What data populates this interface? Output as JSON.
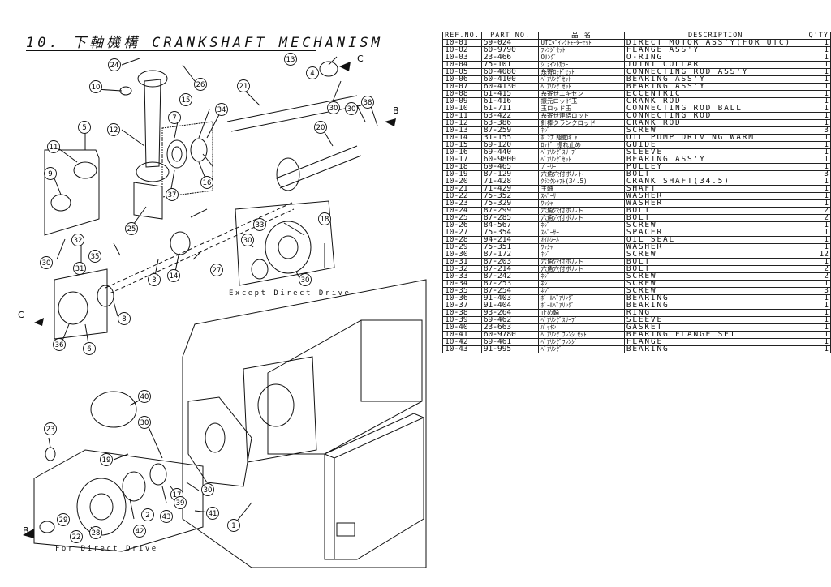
{
  "header": {
    "title": "10. 下軸機構 CRANKSHAFT MECHANISM"
  },
  "captions": {
    "except": "Except Direct Drive",
    "direct": "For Direct Drive"
  },
  "arrow_labels": {
    "c_top": "C",
    "b_top": "B",
    "c_left": "C",
    "b_left": "B"
  },
  "callouts": [
    "1",
    "2",
    "3",
    "4",
    "5",
    "6",
    "7",
    "8",
    "9",
    "10",
    "11",
    "12",
    "13",
    "14",
    "15",
    "16",
    "17",
    "18",
    "19",
    "20",
    "21",
    "22",
    "23",
    "24",
    "25",
    "26",
    "27",
    "28",
    "29",
    "30",
    "31",
    "32",
    "33",
    "34",
    "35",
    "36",
    "37",
    "38",
    "39",
    "40",
    "41",
    "42",
    "43"
  ],
  "table": {
    "headers": {
      "ref": "REF.NO.",
      "part": "PART NO.",
      "name": "品 名",
      "desc": "DESCRIPTION",
      "qty": "Q'TY"
    },
    "rows": [
      {
        "ref": "10-01",
        "part": "59-024",
        "name": "UTCﾀﾞｲﾚｸﾄﾓｰﾀｰｾｯﾄ",
        "desc": "DIRECT MOTOR ASS'Y(FOR UTC)",
        "qty": "1"
      },
      {
        "ref": "10-02",
        "part": "60-9790",
        "name": "ﾌﾚﾝｼﾞｾｯﾄ",
        "desc": "FLANGE ASS'Y",
        "qty": "1"
      },
      {
        "ref": "10-03",
        "part": "23-466",
        "name": "Oﾘﾝｸﾞ",
        "desc": "O-RING",
        "qty": "1"
      },
      {
        "ref": "10-04",
        "part": "75-101",
        "name": "ｼﾞｮｲﾝﾄｶﾗｰ",
        "desc": "JOINT COLLAR",
        "qty": "1"
      },
      {
        "ref": "10-05",
        "part": "60-4080",
        "name": "糸寄ﾛｯﾄﾞｾｯﾄ",
        "desc": "CONNECTING ROD ASS'Y",
        "qty": "1"
      },
      {
        "ref": "10-06",
        "part": "60-4100",
        "name": "ﾍﾞｱﾘﾝｸﾞｾｯﾄ",
        "desc": "BEARING ASS'Y",
        "qty": "1"
      },
      {
        "ref": "10-07",
        "part": "60-4130",
        "name": "ﾍﾞｱﾘﾝｸﾞｾｯﾄ",
        "desc": "BEARING ASS'Y",
        "qty": "1"
      },
      {
        "ref": "10-08",
        "part": "61-415",
        "name": "糸寄せエキセン",
        "desc": "ECCENTRIC",
        "qty": "1"
      },
      {
        "ref": "10-09",
        "part": "61-416",
        "name": "振元ロッド玉",
        "desc": "CRANK ROD",
        "qty": "1"
      },
      {
        "ref": "10-10",
        "part": "61-711",
        "name": "玉ロッド玉",
        "desc": "CONNECTING ROD BALL",
        "qty": "1"
      },
      {
        "ref": "10-11",
        "part": "63-422",
        "name": "糸寄せ連結ロッド",
        "desc": "CONNECTING ROD",
        "qty": "1"
      },
      {
        "ref": "10-12",
        "part": "63-386",
        "name": "針棒クランクロッド",
        "desc": "CRANK ROD",
        "qty": "1"
      },
      {
        "ref": "10-13",
        "part": "87-259",
        "name": "ﾈｼﾞ",
        "desc": "SCREW",
        "qty": "3"
      },
      {
        "ref": "10-14",
        "part": "31-155",
        "name": "ﾎﾟﾝﾌﾟ駆動ｷﾞｬ",
        "desc": "OIL PUMP DRIVING WARM",
        "qty": "1"
      },
      {
        "ref": "10-15",
        "part": "69-120",
        "name": "ﾛｯﾄﾞ 振れ止め",
        "desc": "GUIDE",
        "qty": "1"
      },
      {
        "ref": "10-16",
        "part": "69-440",
        "name": "ﾍﾞｱﾘﾝｸﾞｽﾘｰﾌﾞ",
        "desc": "SLEEVE",
        "qty": "1"
      },
      {
        "ref": "10-17",
        "part": "60-9800",
        "name": "ﾍﾞｱﾘﾝｸﾞｾｯﾄ",
        "desc": "BEARING ASS'Y",
        "qty": "1"
      },
      {
        "ref": "10-18",
        "part": "69-465",
        "name": "ﾌﾟｰﾘｰ",
        "desc": "PULLEY",
        "qty": "1"
      },
      {
        "ref": "10-19",
        "part": "87-129",
        "name": "六角穴付ボルト",
        "desc": "BOLT",
        "qty": "3"
      },
      {
        "ref": "10-20",
        "part": "71-428",
        "name": "ｸﾗﾝｸｼｬﾌﾄ(34.5)",
        "desc": "CRANK SHAFT(34.5)",
        "qty": "1"
      },
      {
        "ref": "10-21",
        "part": "71-429",
        "name": "主軸",
        "desc": "SHAFT",
        "qty": "1"
      },
      {
        "ref": "10-22",
        "part": "75-352",
        "name": "ｽﾍﾟｰｻ",
        "desc": "WASHER",
        "qty": "1"
      },
      {
        "ref": "10-23",
        "part": "75-329",
        "name": "ﾜｯｼｬ",
        "desc": "WASHER",
        "qty": "1"
      },
      {
        "ref": "10-24",
        "part": "87-299",
        "name": "六角穴付ボルト",
        "desc": "BOLT",
        "qty": "2"
      },
      {
        "ref": "10-25",
        "part": "87-285",
        "name": "六角穴付ボルト",
        "desc": "BOLT",
        "qty": "2"
      },
      {
        "ref": "10-26",
        "part": "84-567",
        "name": "ﾈｼﾞ",
        "desc": "SCREW",
        "qty": "1"
      },
      {
        "ref": "10-27",
        "part": "75-354",
        "name": "ｽﾍﾟｰｻｰ",
        "desc": "SPACER",
        "qty": "1"
      },
      {
        "ref": "10-28",
        "part": "94-214",
        "name": "ｵｲﾙｼｰﾙ",
        "desc": "OIL SEAL",
        "qty": "1"
      },
      {
        "ref": "10-29",
        "part": "75-351",
        "name": "ﾜｯｼｬ",
        "desc": "WASHER",
        "qty": "1"
      },
      {
        "ref": "10-30",
        "part": "87-172",
        "name": "ﾈｼﾞ",
        "desc": "SCREW",
        "qty": "12"
      },
      {
        "ref": "10-31",
        "part": "87-203",
        "name": "六角穴付ボルト",
        "desc": "BOLT",
        "qty": "1"
      },
      {
        "ref": "10-32",
        "part": "87-214",
        "name": "六角穴付ボルト",
        "desc": "BOLT",
        "qty": "2"
      },
      {
        "ref": "10-33",
        "part": "87-242",
        "name": "ﾈｼﾞ",
        "desc": "SCREW",
        "qty": "2"
      },
      {
        "ref": "10-34",
        "part": "87-253",
        "name": "ﾈｼﾞ",
        "desc": "SCREW",
        "qty": "1"
      },
      {
        "ref": "10-35",
        "part": "87-254",
        "name": "ﾈｼﾞ",
        "desc": "SCREW",
        "qty": "3"
      },
      {
        "ref": "10-36",
        "part": "91-403",
        "name": "ﾎﾞｰﾙﾍﾞｱﾘﾝｸﾞ",
        "desc": "BEARING",
        "qty": "1"
      },
      {
        "ref": "10-37",
        "part": "91-404",
        "name": "ﾎﾞｰﾙﾍﾞｱﾘﾝｸﾞ",
        "desc": "BEARING",
        "qty": "1"
      },
      {
        "ref": "10-38",
        "part": "93-264",
        "name": "止め輪",
        "desc": "RING",
        "qty": "1"
      },
      {
        "ref": "10-39",
        "part": "69-462",
        "name": "ﾍﾞｱﾘﾝｸﾞｽﾘｰﾌﾞ",
        "desc": "SLEEVE",
        "qty": "1"
      },
      {
        "ref": "10-40",
        "part": "23-663",
        "name": "ﾊﾟｯｷﾝ",
        "desc": "GASKET",
        "qty": "1"
      },
      {
        "ref": "10-41",
        "part": "60-9780",
        "name": "ﾍﾞｱﾘﾝｸﾞﾌﾚﾝｼﾞｾｯﾄ",
        "desc": "BEARING FLANGE SET",
        "qty": "1"
      },
      {
        "ref": "10-42",
        "part": "69-461",
        "name": "ﾍﾞｱﾘﾝｸﾞﾌﾚﾝｼﾞ",
        "desc": "FLANGE",
        "qty": "1"
      },
      {
        "ref": "10-43",
        "part": "91-995",
        "name": "ﾍﾞｱﾘﾝｸﾞ",
        "desc": "BEARING",
        "qty": "1"
      }
    ]
  }
}
